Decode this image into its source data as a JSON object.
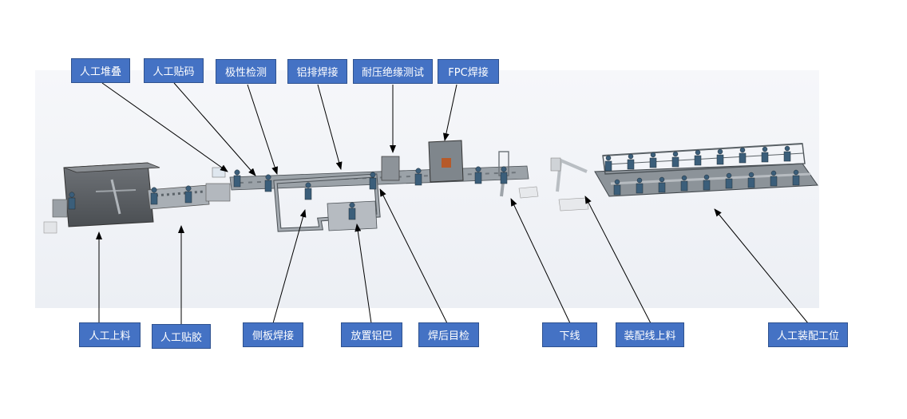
{
  "labels": {
    "manual_stacking": "人工堆叠",
    "manual_coding": "人工贴码",
    "polarity_check": "极性检测",
    "busbar_welding": "铝排焊接",
    "hipot_test": "耐压绝缘测试",
    "fpc_welding": "FPC焊接",
    "manual_loading": "人工上料",
    "manual_gluing": "人工贴胶",
    "side_plate_welding": "侧板焊接",
    "place_busbar": "放置铝巴",
    "post_weld_inspection": "焊后目检",
    "offline": "下线",
    "assembly_loading": "装配线上料",
    "manual_assembly_station": "人工装配工位"
  },
  "colors": {
    "label_fill": "#4472c4",
    "label_border": "#2f528f",
    "label_text": "#ffffff",
    "machine_body": "#8f969c",
    "worker_shirt": "#3b5e7a"
  }
}
